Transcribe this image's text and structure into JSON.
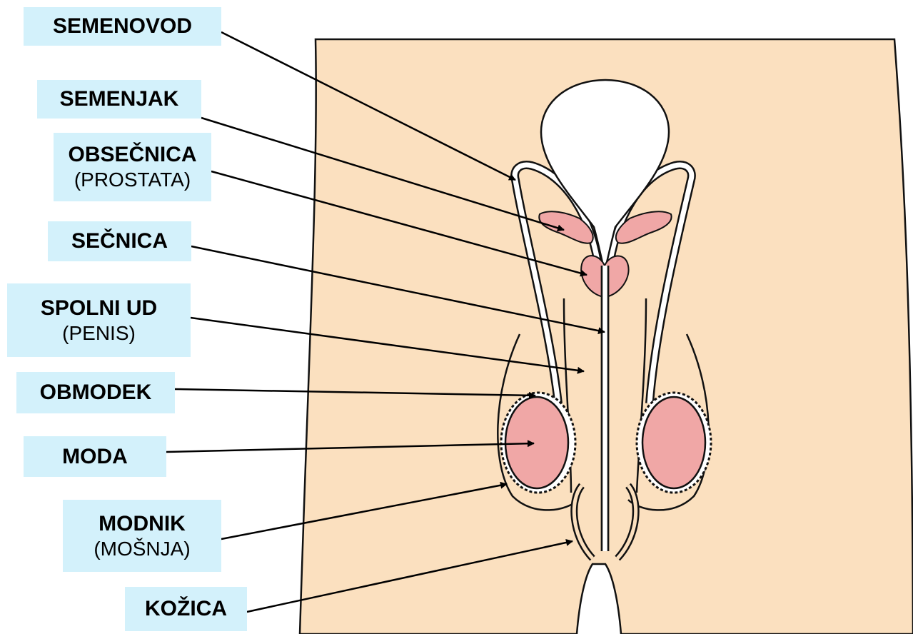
{
  "labels": {
    "semenovod": "SEMENOVOD",
    "semenjak": "SEMENJAK",
    "obsecnica": "OBSEČNICA",
    "obsecnica_sub": "(PROSTATA)",
    "secnica": "SEČNICA",
    "spolni_ud": "SPOLNI UD",
    "spolni_ud_sub": "(PENIS)",
    "obmodek": "OBMODEK",
    "moda": "MODA",
    "modnik": "MODNIK",
    "modnik_sub": "(MOŠNJA)",
    "kozica": "KOŽICA"
  },
  "colors": {
    "label_bg": "#d3f1fb",
    "skin": "#fbe0bf",
    "tissue_pink": "#f0a7a6",
    "outline": "#111111",
    "arrow": "#000000"
  }
}
